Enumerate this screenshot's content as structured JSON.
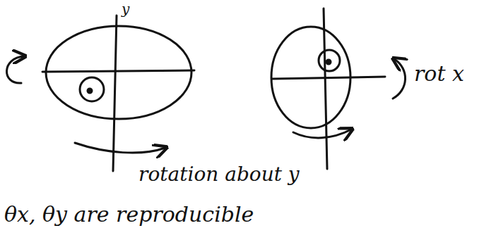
{
  "diagram": {
    "labels": [
      "y",
      "rot x",
      "rotation about y",
      "θx, θy are reproducible"
    ]
  }
}
